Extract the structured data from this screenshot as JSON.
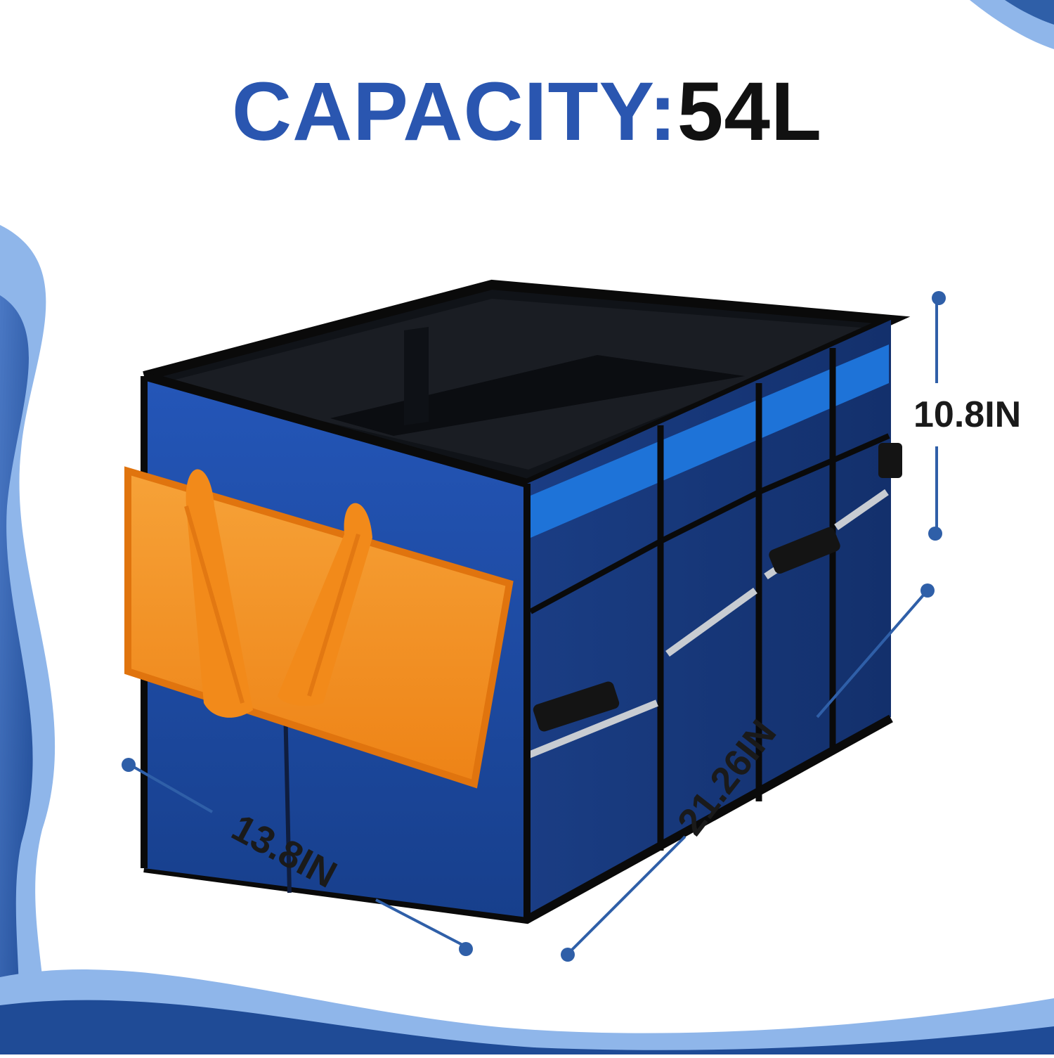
{
  "headline": {
    "label": "CAPACITY:",
    "value": "54L"
  },
  "dimensions": {
    "height": "10.8IN",
    "length": "21.26IN",
    "width": "13.8IN"
  },
  "colors": {
    "brand_blue": "#2a56b0",
    "organizer_blue": "#1f4fa8",
    "accent_blue": "#1e73d8",
    "handle_orange": "#f28a1a",
    "wave_light": "#8fb6ea",
    "wave_dark": "#2f5fa8"
  }
}
